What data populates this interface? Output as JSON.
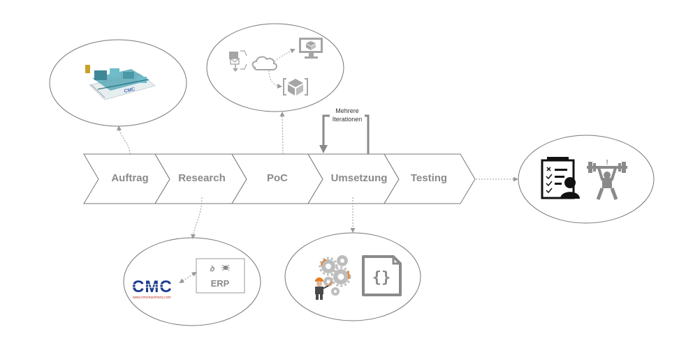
{
  "process_stages": [
    {
      "label": "Auftrag"
    },
    {
      "label": "Research"
    },
    {
      "label": "PoC"
    },
    {
      "label": "Umsetzung"
    },
    {
      "label": "Testing"
    }
  ],
  "iteration_note": {
    "line1": "Mehrere",
    "line2": "Iterationen"
  },
  "research_bubble": {
    "logo_text": "CMC",
    "logo_url": "www.cmcmachinery.com",
    "erp_label": "ERP"
  },
  "colors": {
    "stage_text": "#8a8a8a",
    "outline": "#777777",
    "icon_gray": "#9a9a9a",
    "logo_blue": "#1d3c8f",
    "machine_teal": "#5aa9b8",
    "gear_orange": "#e67e22"
  },
  "icons": {
    "auftrag": "packaging-machine-image",
    "poc": [
      "mail-import-icon",
      "cloud-icon",
      "monitor-icon",
      "package-box-icon"
    ],
    "umsetzung": [
      "gears-worker-icon",
      "code-file-icon"
    ],
    "testing": [
      "checklist-person-icon",
      "weightlifter-icon"
    ]
  }
}
